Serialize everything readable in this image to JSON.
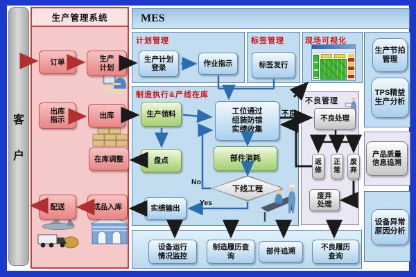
{
  "colors": {
    "frame_blue": "#1d39cb",
    "panel_border_blue": "#4f81bd",
    "panel_fill_blue": "#c3ddf0",
    "pink_panel_fill": "#f5c9c9",
    "pink_panel_border": "#c4403c",
    "lavender_fill": "#eae6f4",
    "lavender_border": "#8f7fc0",
    "section_title_red": "#cc1111",
    "arrow_black": "#1a1a1a",
    "arrow_red": "#b03030",
    "arrow_blue": "#2b6cb0"
  },
  "customer_bar": {
    "top_char": "客",
    "bottom_char": "户"
  },
  "left_panel": {
    "title": "生产管理系统",
    "order": "订单",
    "production_plan": "生产\n计划",
    "outbound_instruction": "出库\n指示",
    "outbound": "出库",
    "stock_adjustment": "在库调整",
    "delivery": "配送",
    "finished_goods": "成品入库"
  },
  "mes": {
    "title": "MES",
    "plan_mgmt": {
      "title": "计划管理",
      "plan_registration": "生产计划\n登录",
      "work_instruction": "作业指示"
    },
    "label_mgmt": {
      "title": "标签管理",
      "label_issue": "标签发行"
    },
    "site_visualization": {
      "title": "现场可视化"
    },
    "mfg_execution": {
      "title": "制造执行&产线在库",
      "material_picking": "生产领料",
      "stocktaking": "盘点",
      "station_collection": "工位通过\n组装防错\n实绩收集",
      "component_consumption": "部件消耗",
      "offline_process": "下线工程",
      "result_output": "实绩输出",
      "defective_label": "不良",
      "no_label": "No",
      "yes_label": "Yes"
    },
    "defect_mgmt": {
      "title": "不良管理",
      "defect_handling": "不良处理",
      "rework": "返\n修",
      "normal": "正\n常",
      "scrap": "废\n弃",
      "scrap_disposal": "废弃\n处理"
    },
    "queries": {
      "equipment_monitoring": "设备运行\n情况监控",
      "mfg_history": "制造履历查\n询",
      "component_trace": "部件追溯",
      "defect_history": "不良履历\n查询"
    }
  },
  "right_column": {
    "takt_mgmt": "生产节拍\n管理",
    "tps_analysis": "TPS精益\n生产分析",
    "quality_trace": "产品质量\n信息追溯",
    "equipment_abnormality": "设备异常\n原因分析"
  },
  "images": {
    "worker_computer": "worker-at-computer",
    "cartons": "stacked-cartons",
    "logistics": "airplane-and-truck",
    "warehouse": "warehouse-building",
    "assembly": "assembly-line-workers",
    "inspector": "inspector-worker",
    "dashboard": "andon-board-screenshot"
  }
}
